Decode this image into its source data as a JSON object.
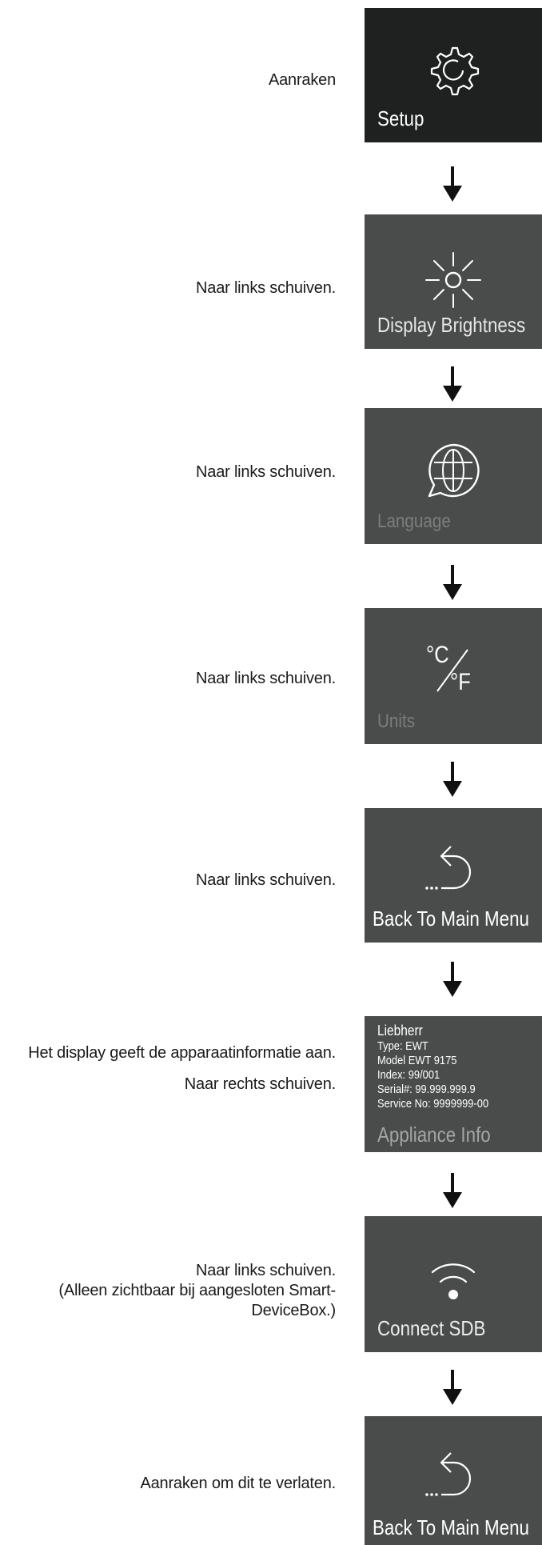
{
  "steps": [
    {
      "instruction": "Aanraken",
      "tile_label": "Setup",
      "icon": "gear-icon"
    },
    {
      "instruction": "Naar links schuiven.",
      "tile_label": "Display Brightness",
      "icon": "sun-icon"
    },
    {
      "instruction": "Naar links schuiven.",
      "tile_label": "Language",
      "icon": "globe-speech-icon"
    },
    {
      "instruction": "Naar links schuiven.",
      "tile_label": "Units",
      "icon": "celsius-fahrenheit-icon"
    },
    {
      "instruction": "Naar links schuiven.",
      "tile_label": "Back To Main Menu",
      "icon": "back-arrow-icon"
    },
    {
      "instruction_lines": [
        "Het display geeft de apparaatinformatie aan.",
        "Naar rechts schuiven."
      ],
      "tile_label": "Appliance Info",
      "info": {
        "brand": "Liebherr",
        "lines": [
          "Type: EWT",
          "Model EWT 9175",
          "Index: 99/001",
          "Serial#: 99.999.999.9",
          "Service No: 9999999-00"
        ]
      }
    },
    {
      "instruction": "Naar links schuiven.\n(Alleen zichtbaar bij aangesloten Smart-DeviceBox.)",
      "tile_label": "Connect SDB",
      "icon": "wifi-icon"
    },
    {
      "instruction": "Aanraken om dit te verlaten.",
      "tile_label": "Back To Main Menu",
      "icon": "back-arrow-icon"
    }
  ],
  "icons": {
    "units_top": "°C",
    "units_bottom": "°F"
  },
  "colors": {
    "tile_dark": "#1f2121",
    "tile": "#4a4b4b",
    "label_dim": "#7c7d7d"
  }
}
